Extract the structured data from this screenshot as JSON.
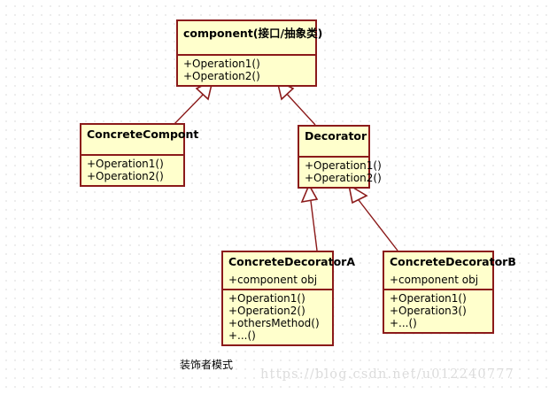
{
  "diagram": {
    "title_caption": "装饰者模式",
    "watermark": "https://blog.csdn.net/u012240777",
    "colors": {
      "box_fill": "#FFFFCC",
      "box_border": "#8B1A1A",
      "edge": "#8B1A1A",
      "grid_dot": "#B8B8B8",
      "background": "#FFFFFF",
      "watermark_text": "#DCDCDC"
    },
    "classes": [
      {
        "id": "component",
        "name": "component(接口/抽象类)",
        "attributes": [],
        "operations": [
          "+Operation1()",
          "+Operation2()"
        ]
      },
      {
        "id": "concrete-compont",
        "name": "ConcreteCompont",
        "attributes": [],
        "operations": [
          "+Operation1()",
          "+Operation2()"
        ]
      },
      {
        "id": "decorator",
        "name": "Decorator",
        "attributes": [],
        "operations": [
          "+Operation1()",
          "+Operation2()"
        ]
      },
      {
        "id": "concrete-decorator-a",
        "name": "ConcreteDecoratorA",
        "attributes": [
          "+component obj"
        ],
        "operations": [
          "+Operation1()",
          "+Operation2()",
          "+othersMethod()",
          "+...()"
        ]
      },
      {
        "id": "concrete-decorator-b",
        "name": "ConcreteDecoratorB",
        "attributes": [
          "+component obj"
        ],
        "operations": [
          "+Operation1()",
          "+Operation3()",
          "+...()"
        ]
      }
    ],
    "relations": [
      {
        "from": "concrete-compont",
        "to": "component",
        "type": "generalization"
      },
      {
        "from": "decorator",
        "to": "component",
        "type": "generalization"
      },
      {
        "from": "concrete-decorator-a",
        "to": "decorator",
        "type": "generalization"
      },
      {
        "from": "concrete-decorator-b",
        "to": "decorator",
        "type": "generalization"
      }
    ]
  }
}
